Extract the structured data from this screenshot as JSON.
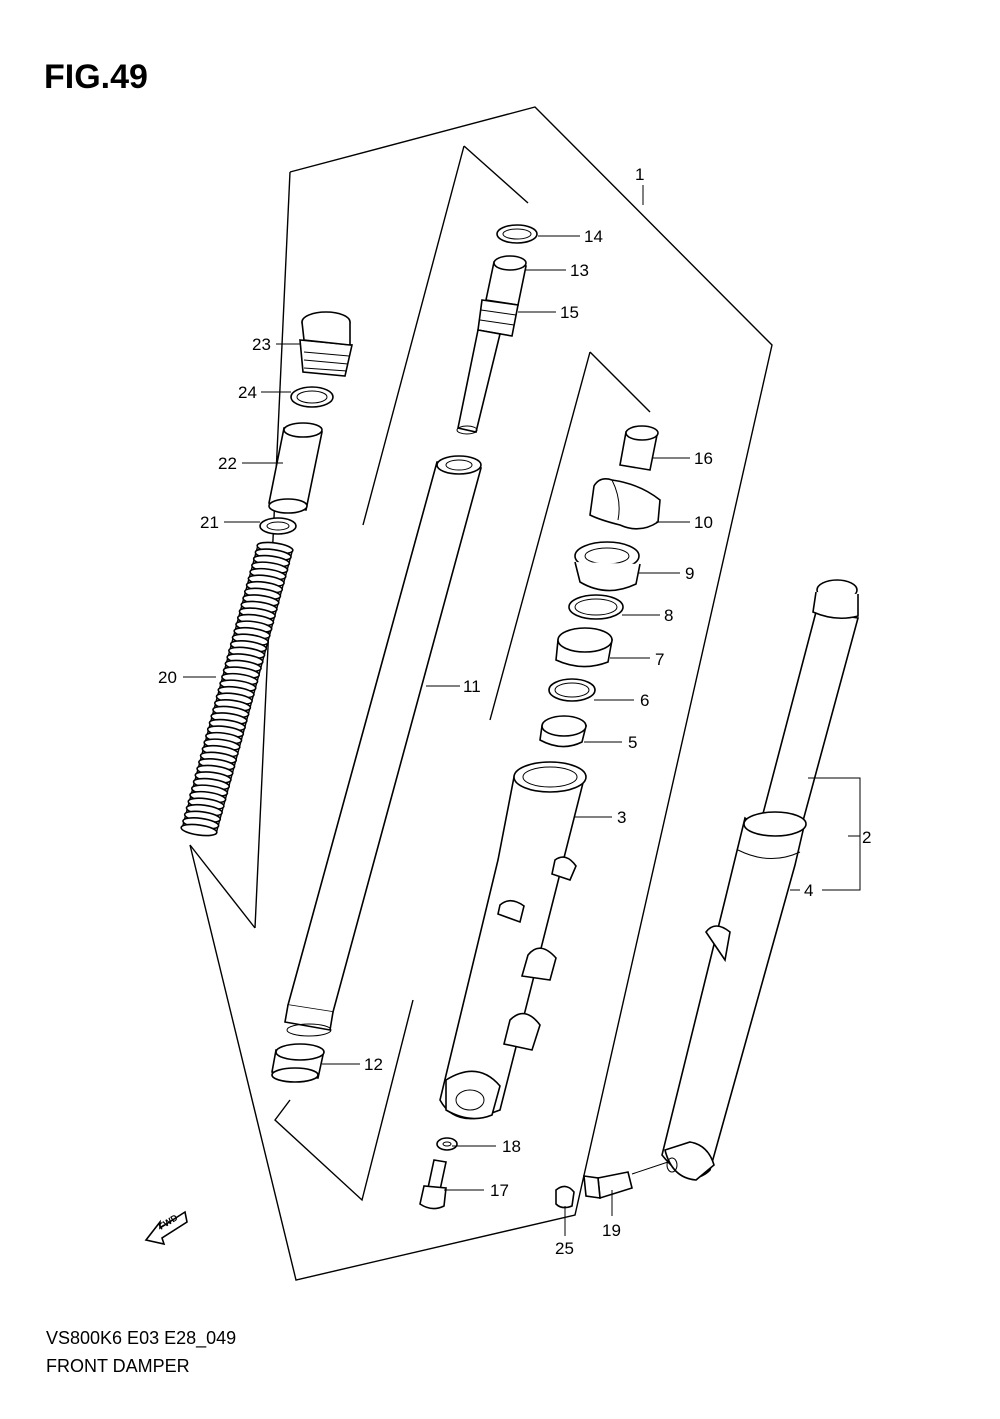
{
  "figure": {
    "title": "FIG.49",
    "model_code": "VS800K6 E03 E28_049",
    "caption": "FRONT DAMPER"
  },
  "callouts": [
    "1",
    "2",
    "3",
    "4",
    "5",
    "6",
    "7",
    "8",
    "9",
    "10",
    "11",
    "12",
    "13",
    "14",
    "15",
    "16",
    "17",
    "18",
    "19",
    "20",
    "21",
    "22",
    "23",
    "24",
    "25"
  ],
  "fwd_label": "FWD"
}
